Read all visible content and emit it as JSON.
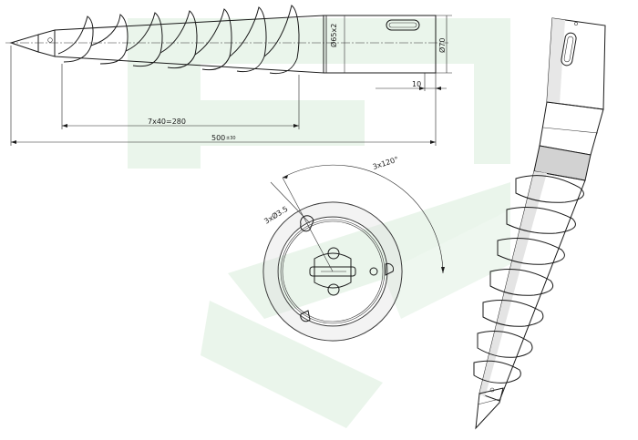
{
  "drawing": {
    "dimensions": {
      "diameter_small": "Ø65x2",
      "diameter_large": "Ø70",
      "end_offset": "10",
      "helix_pitch": "7x40=280",
      "total_length": "500",
      "total_length_tolerance": "±30",
      "slot_size": "3xØ3.5",
      "hole_angle": "3x120°"
    },
    "colors": {
      "watermark": "#e3f2e5",
      "line": "#1a1a1a",
      "shading": "#c9c9c9"
    }
  }
}
